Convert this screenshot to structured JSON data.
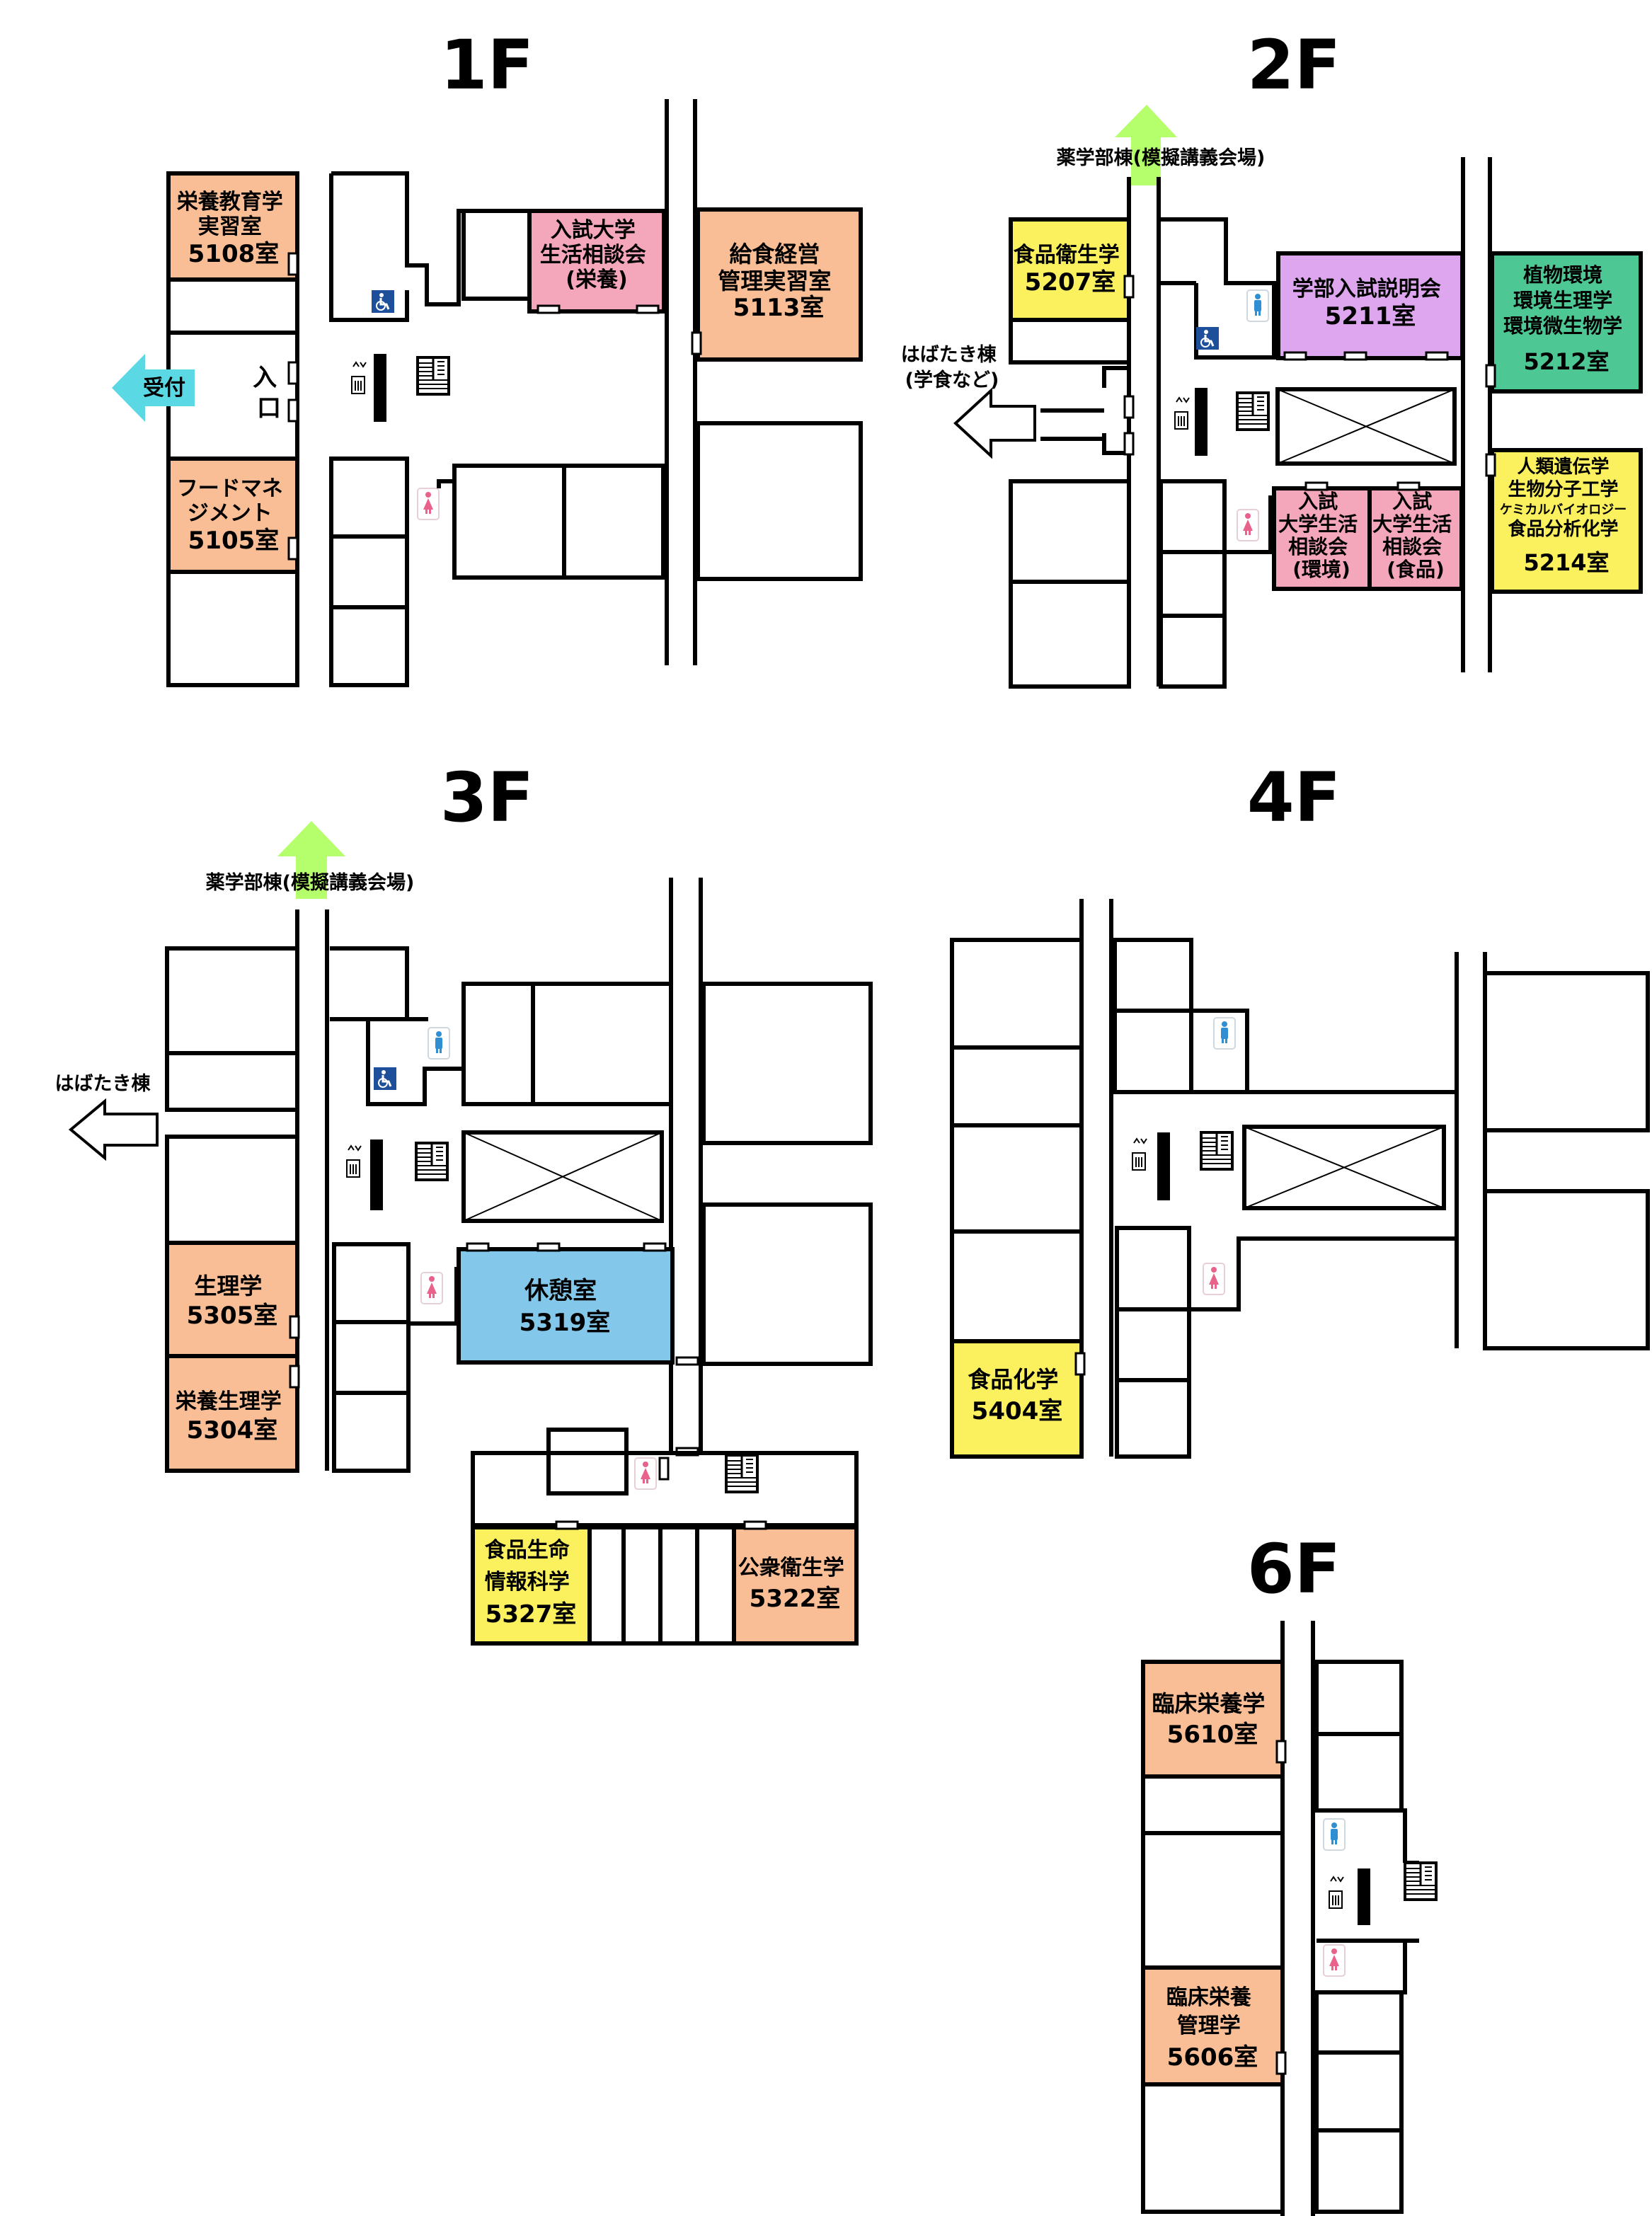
{
  "floors": {
    "f1": {
      "title": "1F",
      "entrance": [
        "入",
        "口"
      ],
      "reception": "受付",
      "rooms": {
        "r5108": [
          "栄養教育学",
          "実習室",
          "5108室"
        ],
        "exam_nutrition": [
          "入試大学",
          "生活相談会",
          "(栄養)"
        ],
        "r5113": [
          "給食経営",
          "管理実習室",
          "5113室"
        ],
        "r5105": [
          "フードマネ",
          "ジメント",
          "5105室"
        ]
      }
    },
    "f2": {
      "title": "2F",
      "pharmacy": "薬学部棟(模擬講義会場)",
      "habataki": [
        "はばたき棟",
        "(学食など)"
      ],
      "rooms": {
        "r5207": [
          "食品衛生学",
          "5207室"
        ],
        "r5211": [
          "学部入試説明会",
          "5211室"
        ],
        "r5212": [
          "植物環境",
          "環境生理学",
          "環境微生物学",
          "5212室"
        ],
        "exam_env": [
          "入試",
          "大学生活",
          "相談会",
          "(環境)"
        ],
        "exam_food": [
          "入試",
          "大学生活",
          "相談会",
          "(食品)"
        ],
        "r5214": [
          "人類遺伝学",
          "生物分子工学",
          "ケミカルバイオロジー",
          "食品分析化学",
          "5214室"
        ]
      }
    },
    "f3": {
      "title": "3F",
      "pharmacy": "薬学部棟(模擬講義会場)",
      "habataki": "はばたき棟",
      "rooms": {
        "r5305": [
          "生理学",
          "5305室"
        ],
        "r5304": [
          "栄養生理学",
          "5304室"
        ],
        "r5319": [
          "休憩室",
          "5319室"
        ],
        "r5327": [
          "食品生命",
          "情報科学",
          "5327室"
        ],
        "r5322": [
          "公衆衛生学",
          "5322室"
        ]
      }
    },
    "f4": {
      "title": "4F",
      "rooms": {
        "r5404": [
          "食品化学",
          "5404室"
        ]
      }
    },
    "f6": {
      "title": "6F",
      "rooms": {
        "r5610": [
          "臨床栄養学",
          "5610室"
        ],
        "r5606": [
          "臨床栄養",
          "管理学",
          "5606室"
        ]
      }
    }
  },
  "icons": {
    "men": "MEN",
    "women": "WOMEN",
    "elevator": "EV"
  },
  "colors": {
    "orange": "#F9BE95",
    "pink": "#F4A6BB",
    "yellow": "#FBF15E",
    "purple": "#DDA6EE",
    "green": "#4DC894",
    "blue": "#83C8EB",
    "cyan_arrow": "#5AD9E4",
    "green_arrow": "#B5FF6C",
    "men_blue": "#2F8FD2",
    "women_pink": "#E8628C",
    "wheelchair_blue": "#1D4F9A"
  }
}
